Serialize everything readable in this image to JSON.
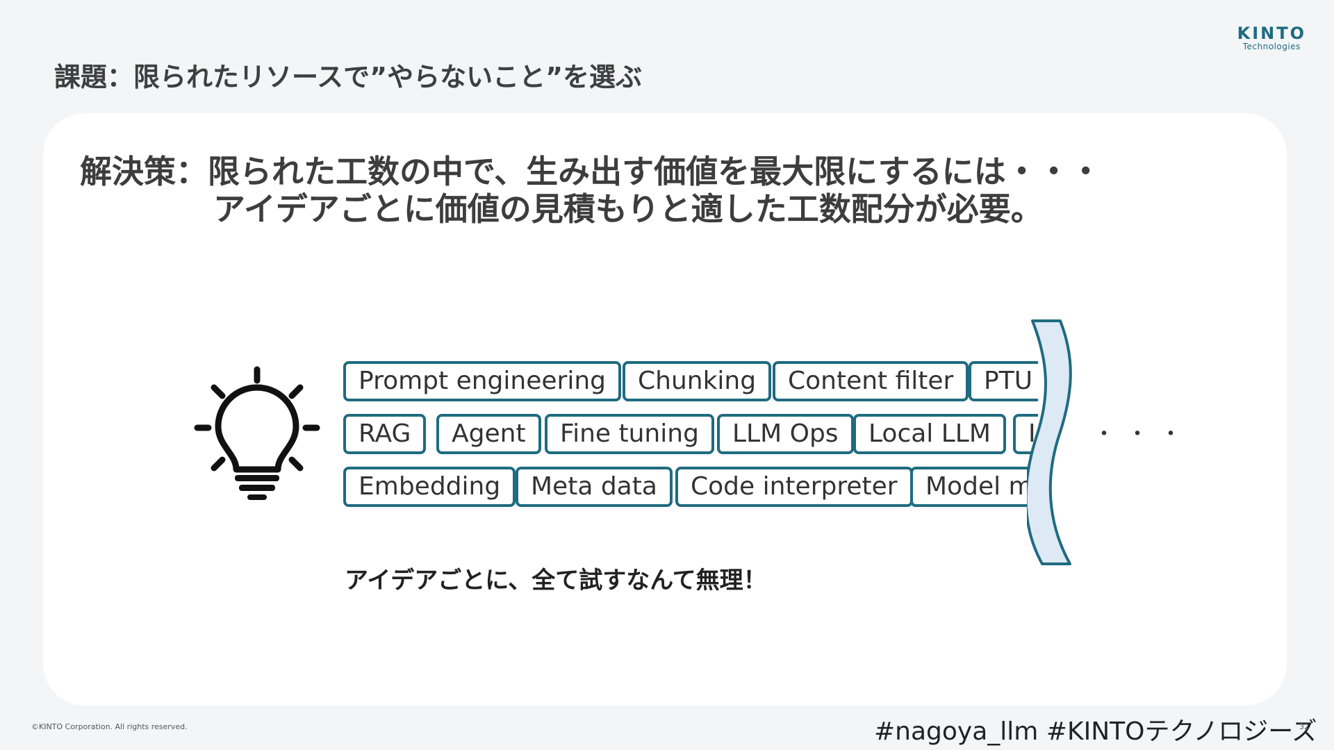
{
  "logo": {
    "main": "KINTO",
    "sub": "Technologies"
  },
  "page_title": "課題：限られたリソースで”やらないこと”を選ぶ",
  "headline": {
    "line1": "解決策：限られた工数の中で、生み出す価値を最大限にするには・・・",
    "line2": "アイデアごとに価値の見積もりと適した工数配分が必要。"
  },
  "tags": {
    "row1": [
      "Prompt engineering",
      "Chunking",
      "Content filter",
      "PTU"
    ],
    "row2": [
      "RAG",
      "Agent",
      "Fine tuning",
      "LLM Ops",
      "Local LLM",
      "I"
    ],
    "row3": [
      "Embedding",
      "Meta data",
      "Code interpreter",
      "Model me"
    ]
  },
  "ellipsis": "・・・",
  "note": "アイデアごとに、全て試すなんて無理！",
  "footer": {
    "copyright": "©KINTO Corporation. All rights reserved.",
    "hashtag": "#nagoya_llm #KINTOテクノロジーズ",
    "page_number": "32"
  },
  "colors": {
    "accent": "#1f6b80",
    "wave_fill": "#dde9f5",
    "background": "#f3f5f7",
    "card": "#ffffff"
  },
  "icons": [
    "lightbulb-icon",
    "wave-break-icon"
  ]
}
